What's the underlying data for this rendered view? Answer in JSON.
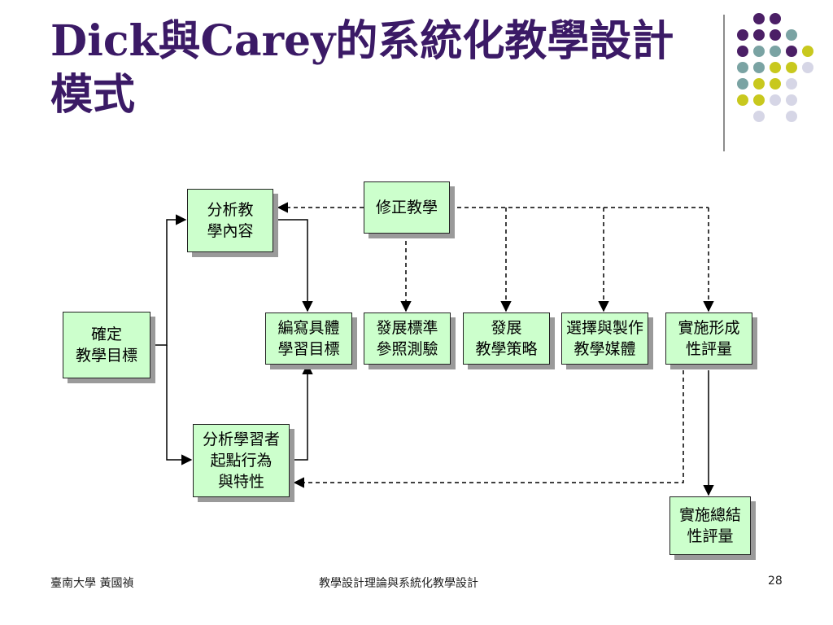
{
  "title": "Dick與Carey的系統化教學設計模式",
  "diagram": {
    "boxes": {
      "revise": "修正教學",
      "analyze_content": "分析教\n學內容",
      "identify_goal": "確定\n教學目標",
      "write_objectives": "編寫具體\n學習目標",
      "develop_tests": "發展標準\n參照測驗",
      "develop_strategy": "發展\n教學策略",
      "select_materials": "選擇與製作\n教學媒體",
      "formative_eval": "實施形成\n性評量",
      "analyze_learners": "分析學習者\n起點行為\n與特性",
      "summative_eval": "實施總結\n性評量"
    }
  },
  "footer": {
    "author": "臺南大學 黃國禎",
    "course": "教學設計理論與系統化教學設計",
    "page": "28"
  },
  "colors": {
    "title": "#3b1a66",
    "box_fill": "#ccffcc",
    "dot_purple": "#4b1f66",
    "dot_teal": "#7aa3a3",
    "dot_yellow": "#c8c81e",
    "dot_lavender": "#d6d6e6"
  }
}
